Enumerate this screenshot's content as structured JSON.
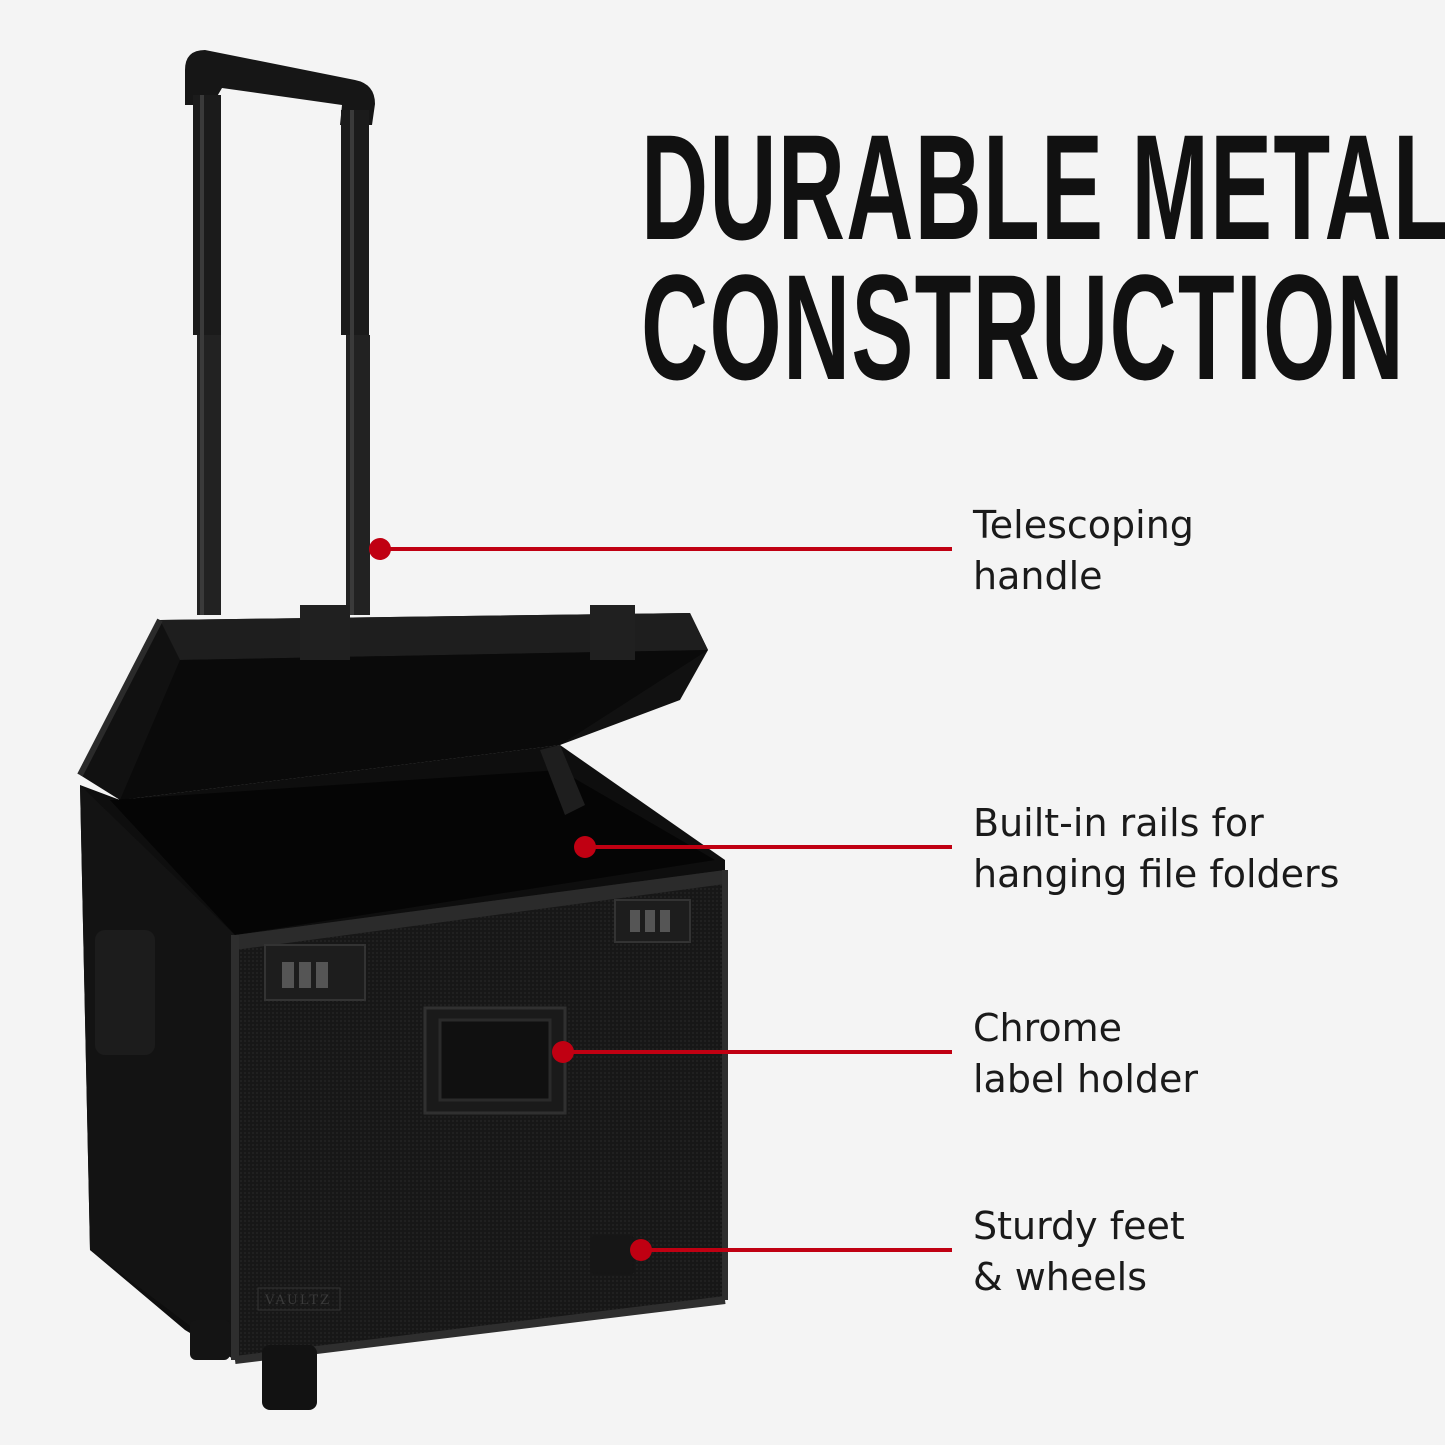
{
  "headline": {
    "line1": "DURABLE METAL",
    "line2": "CONSTRUCTION"
  },
  "brand_logo": "VAULTZ",
  "callouts": [
    {
      "line1": "Telescoping",
      "line2": "handle"
    },
    {
      "line1": "Built-in rails for",
      "line2": "hanging file folders"
    },
    {
      "line1": "Chrome",
      "line2": "label holder"
    },
    {
      "line1": "Sturdy feet",
      "line2": "& wheels"
    }
  ],
  "colors": {
    "background": "#f4f4f4",
    "text": "#111111",
    "accent": "#c00012",
    "case": "#151515"
  }
}
